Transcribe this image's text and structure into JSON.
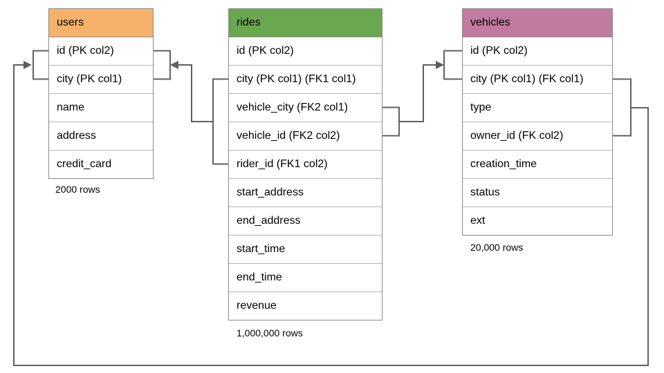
{
  "diagram": {
    "tables": [
      {
        "title": "users",
        "header_color": "#f6b26b",
        "columns": [
          "id (PK col2)",
          "city (PK col1)",
          "name",
          "address",
          "credit_card"
        ],
        "row_count": "2000 rows"
      },
      {
        "title": "rides",
        "header_color": "#6aa84f",
        "columns": [
          "id (PK col2)",
          "city (PK col1) (FK1 col1)",
          "vehicle_city (FK2 col1)",
          "vehicle_id (FK2 col2)",
          "rider_id (FK1 col2)",
          "start_address",
          "end_address",
          "start_time",
          "end_time",
          "revenue"
        ],
        "row_count": "1,000,000 rows"
      },
      {
        "title": "vehicles",
        "header_color": "#c27ba0",
        "columns": [
          "id (PK col2)",
          "city (PK col1) (FK col1)",
          "type",
          "owner_id (FK col2)",
          "creation_time",
          "status",
          "ext"
        ],
        "row_count": "20,000 rows"
      }
    ],
    "relationships": [
      {
        "name": "rides-to-users",
        "from": "rides (city, rider_id)",
        "to": "users (city, id)"
      },
      {
        "name": "rides-to-vehicles",
        "from": "rides (vehicle_city, vehicle_id)",
        "to": "vehicles (city, id)"
      },
      {
        "name": "vehicles-to-users",
        "from": "vehicles (city, owner_id)",
        "to": "users (city, id)"
      }
    ],
    "line_color": "#5f5f5f"
  }
}
